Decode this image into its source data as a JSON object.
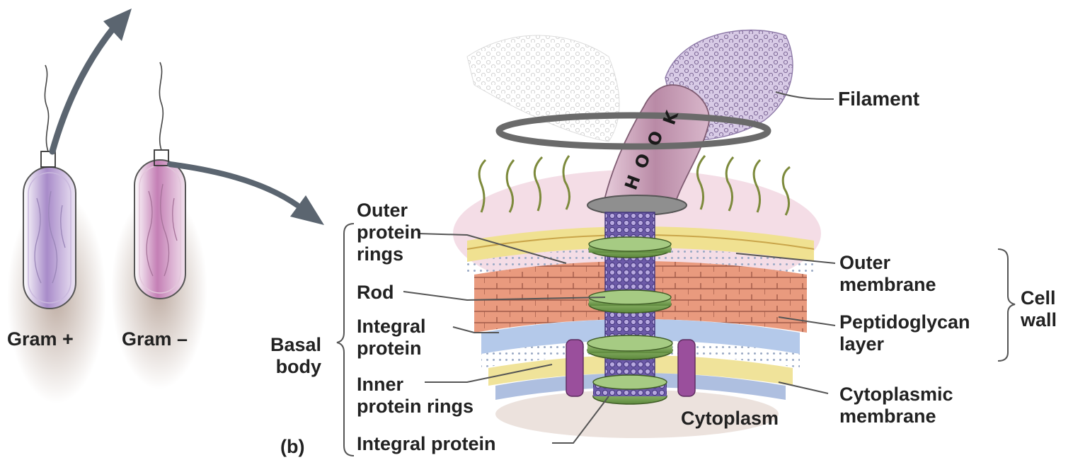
{
  "labels": {
    "gram_positive": "Gram +",
    "gram_negative": "Gram –",
    "hook": "HOOK",
    "filament": "Filament",
    "outer_protein_rings": [
      "Outer",
      "protein",
      "rings"
    ],
    "rod": "Rod",
    "integral_protein_upper": [
      "Integral",
      "protein"
    ],
    "inner_protein_rings": [
      "Inner",
      "protein rings"
    ],
    "integral_protein_lower": "Integral protein",
    "basal_body": [
      "Basal",
      "body"
    ],
    "panel": "(b)",
    "outer_membrane": [
      "Outer",
      "membrane"
    ],
    "peptidoglycan_layer": [
      "Peptidoglycan",
      "layer"
    ],
    "cell_wall": [
      "Cell",
      "wall"
    ],
    "cytoplasmic_membrane": [
      "Cytoplasmic",
      "membrane"
    ],
    "cytoplasm": "Cytoplasm"
  },
  "colors": {
    "label_text": "#222222",
    "leader_line": "#555555",
    "gram_positive_cell": "#8a6bb0",
    "gram_negative_cell": "#b86aa6",
    "filament": "#b9a3d0",
    "hook": "#c9a2b8",
    "rings": "#7fa85a",
    "peptidoglycan": "#e9a085",
    "outer_membrane": "#e8d67a",
    "cytoplasmic_membrane": "#9bb8de"
  }
}
